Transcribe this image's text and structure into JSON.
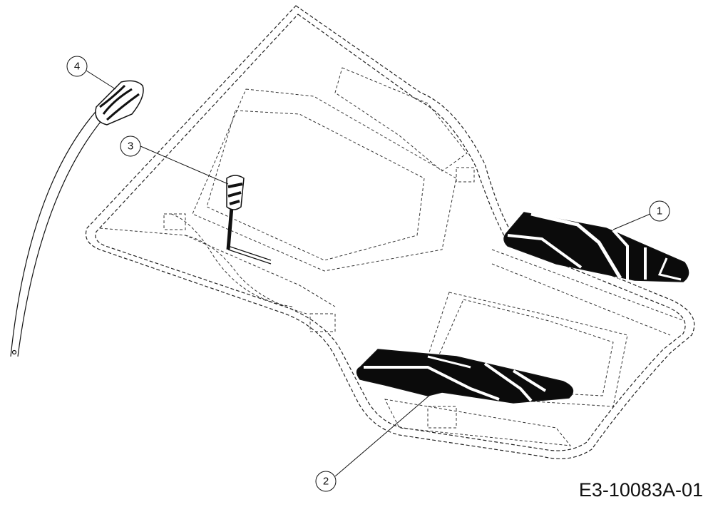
{
  "callouts": [
    {
      "id": "1",
      "part": "right-footrest-mat"
    },
    {
      "id": "2",
      "part": "left-footrest-mat"
    },
    {
      "id": "3",
      "part": "lever-knob"
    },
    {
      "id": "4",
      "part": "handle-grip"
    }
  ],
  "drawing_code": "E3-10083A-01"
}
